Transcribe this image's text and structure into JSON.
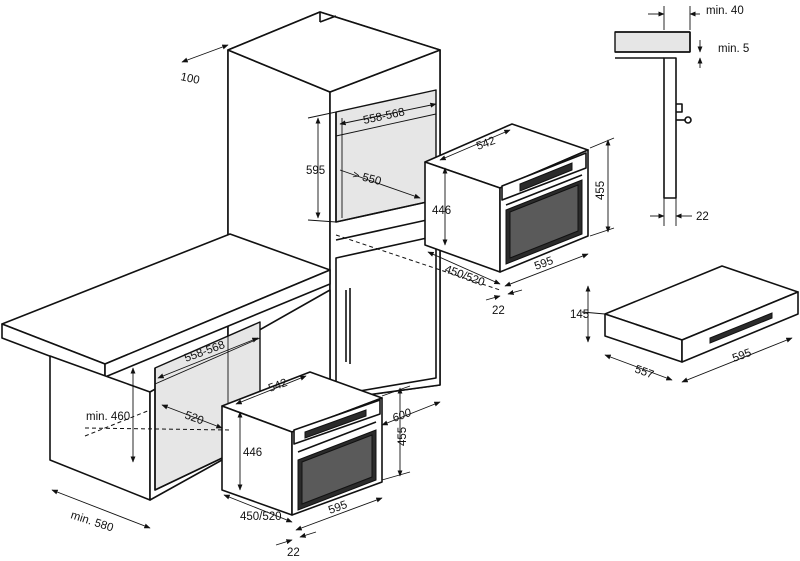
{
  "dimensions": {
    "cabinet_top_depth": "100",
    "upper_niche_width": "558-568",
    "upper_niche_height": "595",
    "upper_niche_depth": "> 550",
    "upper_oven_width": "542",
    "upper_oven_depth": "446",
    "upper_oven_height": "455",
    "upper_oven_side": "450/520",
    "upper_oven_front_width": "595",
    "upper_oven_front_offset": "22",
    "lower_niche_width": "558-568",
    "lower_niche_height": "min. 460",
    "lower_niche_depth": "520",
    "lower_oven_width": "542",
    "lower_oven_depth": "446",
    "lower_oven_height": "455",
    "lower_oven_side": "450/520",
    "lower_oven_front_width": "595",
    "lower_oven_front_offset": "22",
    "worktop_depth": "min. 580",
    "column_depth": "600",
    "drawer_height": "145",
    "drawer_depth": "557",
    "drawer_width": "595",
    "detail_top_clearance": "min. 40",
    "detail_side_clearance": "min. 5",
    "detail_door_offset": "22"
  }
}
